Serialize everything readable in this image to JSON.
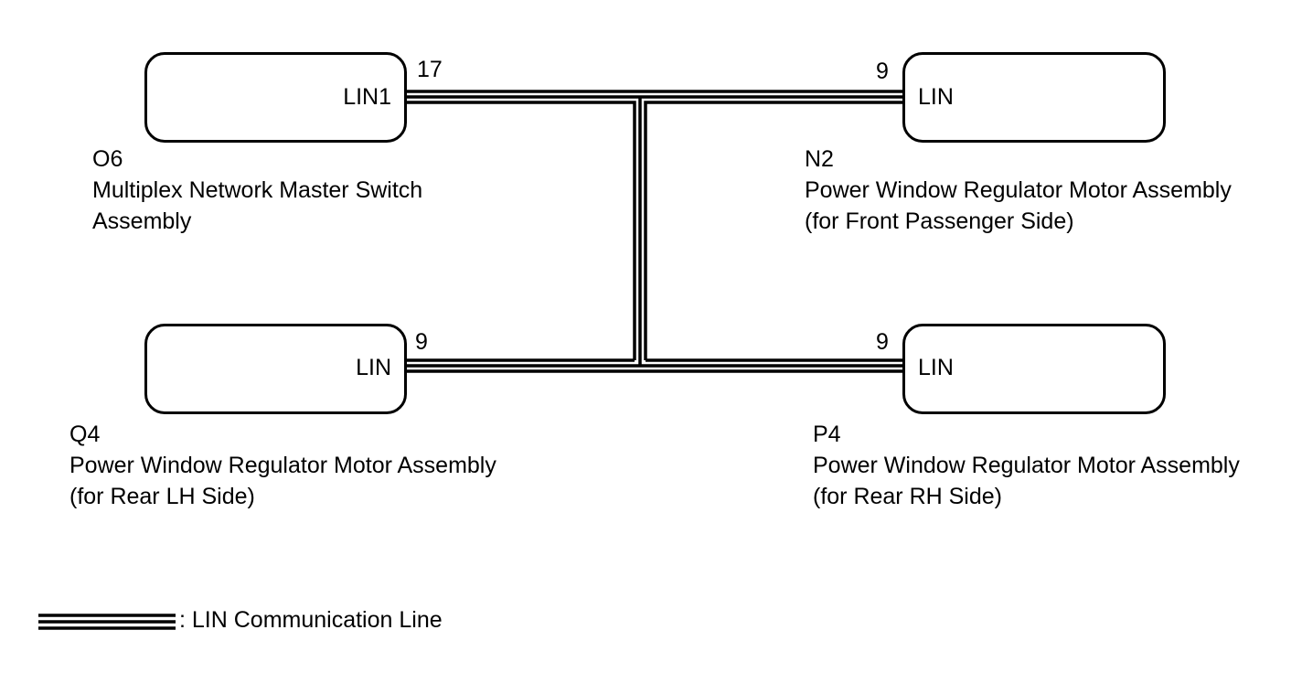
{
  "components": {
    "o6": {
      "code": "O6",
      "name_line1": "Multiplex Network Master Switch",
      "name_line2": "Assembly",
      "pin_label": "LIN1",
      "pin_number": "17"
    },
    "n2": {
      "code": "N2",
      "name_line1": "Power Window Regulator Motor Assembly",
      "name_line2": "(for Front Passenger Side)",
      "pin_label": "LIN",
      "pin_number": "9"
    },
    "q4": {
      "code": "Q4",
      "name_line1": "Power Window Regulator Motor Assembly",
      "name_line2": "(for Rear LH Side)",
      "pin_label": "LIN",
      "pin_number": "9"
    },
    "p4": {
      "code": "P4",
      "name_line1": "Power Window Regulator Motor Assembly",
      "name_line2": "(for Rear RH Side)",
      "pin_label": "LIN",
      "pin_number": "9"
    }
  },
  "legend": {
    "text": ": LIN Communication Line"
  },
  "colors": {
    "line": "#000000",
    "background": "#ffffff"
  }
}
